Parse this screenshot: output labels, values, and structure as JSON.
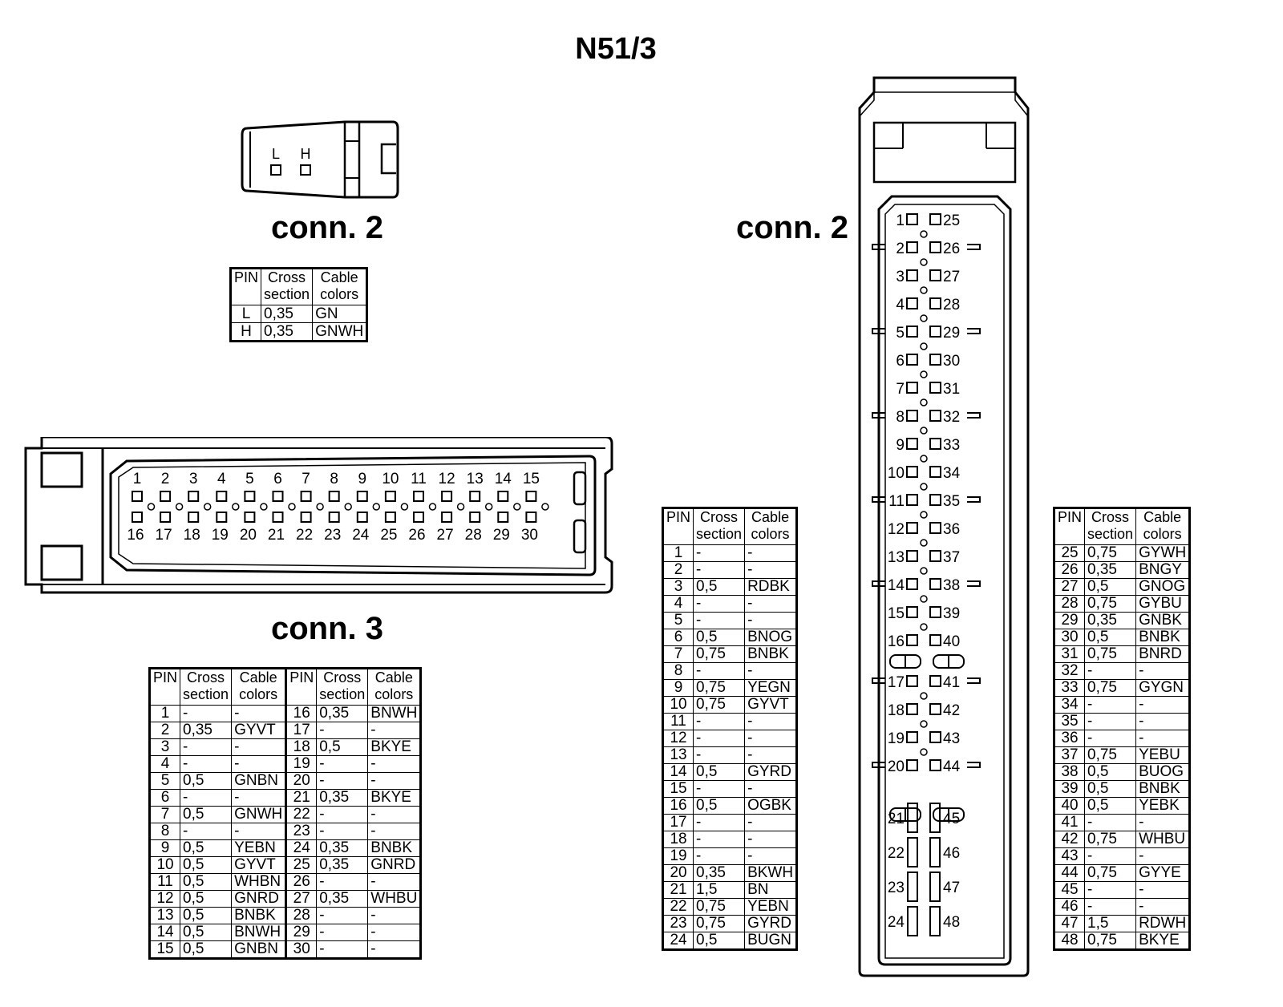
{
  "title": "N51/3",
  "labels": {
    "small_connector": "conn. 2",
    "big_connector": "conn. 2",
    "connector3": "conn. 3"
  },
  "headers": {
    "pin": "PIN",
    "cross": [
      "Cross",
      "section"
    ],
    "cable": [
      "Cable",
      "colors"
    ]
  },
  "small_connector": {
    "pin_labels": [
      "L",
      "H"
    ]
  },
  "small_table": [
    [
      "L",
      "0,35",
      "GN"
    ],
    [
      "H",
      "0,35",
      "GNWH"
    ]
  ],
  "conn3_pins": {
    "top": [
      "1",
      "2",
      "3",
      "4",
      "5",
      "6",
      "7",
      "8",
      "9",
      "10",
      "11",
      "12",
      "13",
      "14",
      "15"
    ],
    "bottom": [
      "16",
      "17",
      "18",
      "19",
      "20",
      "21",
      "22",
      "23",
      "24",
      "25",
      "26",
      "27",
      "28",
      "29",
      "30"
    ]
  },
  "conn3_table": [
    [
      "1",
      "-",
      "-",
      "16",
      "0,35",
      "BNWH"
    ],
    [
      "2",
      "0,35",
      "GYVT",
      "17",
      "-",
      "-"
    ],
    [
      "3",
      "-",
      "-",
      "18",
      "0,5",
      "BKYE"
    ],
    [
      "4",
      "-",
      "-",
      "19",
      "-",
      "-"
    ],
    [
      "5",
      "0,5",
      "GNBN",
      "20",
      "-",
      "-"
    ],
    [
      "6",
      "-",
      "-",
      "21",
      "0,35",
      "BKYE"
    ],
    [
      "7",
      "0,5",
      "GNWH",
      "22",
      "-",
      "-"
    ],
    [
      "8",
      "-",
      "-",
      "23",
      "-",
      "-"
    ],
    [
      "9",
      "0,5",
      "YEBN",
      "24",
      "0,35",
      "BNBK"
    ],
    [
      "10",
      "0,5",
      "GYVT",
      "25",
      "0,35",
      "GNRD"
    ],
    [
      "11",
      "0,5",
      "WHBN",
      "26",
      "-",
      "-"
    ],
    [
      "12",
      "0,5",
      "GNRD",
      "27",
      "0,35",
      "WHBU"
    ],
    [
      "13",
      "0,5",
      "BNBK",
      "28",
      "-",
      "-"
    ],
    [
      "14",
      "0,5",
      "BNWH",
      "29",
      "-",
      "-"
    ],
    [
      "15",
      "0,5",
      "GNBN",
      "30",
      "-",
      "-"
    ]
  ],
  "big_table_a": [
    [
      "1",
      "-",
      "-"
    ],
    [
      "2",
      "-",
      "-"
    ],
    [
      "3",
      "0,5",
      "RDBK"
    ],
    [
      "4",
      "-",
      "-"
    ],
    [
      "5",
      "-",
      "-"
    ],
    [
      "6",
      "0,5",
      "BNOG"
    ],
    [
      "7",
      "0,75",
      "BNBK"
    ],
    [
      "8",
      "-",
      "-"
    ],
    [
      "9",
      "0,75",
      "YEGN"
    ],
    [
      "10",
      "0,75",
      "GYVT"
    ],
    [
      "11",
      "-",
      "-"
    ],
    [
      "12",
      "-",
      "-"
    ],
    [
      "13",
      "-",
      "-"
    ],
    [
      "14",
      "0,5",
      "GYRD"
    ],
    [
      "15",
      "-",
      "-"
    ],
    [
      "16",
      "0,5",
      "OGBK"
    ],
    [
      "17",
      "-",
      "-"
    ],
    [
      "18",
      "-",
      "-"
    ],
    [
      "19",
      "-",
      "-"
    ],
    [
      "20",
      "0,35",
      "BKWH"
    ],
    [
      "21",
      "1,5",
      "BN"
    ],
    [
      "22",
      "0,75",
      "YEBN"
    ],
    [
      "23",
      "0,75",
      "GYRD"
    ],
    [
      "24",
      "0,5",
      "BUGN"
    ]
  ],
  "big_table_b": [
    [
      "25",
      "0,75",
      "GYWH"
    ],
    [
      "26",
      "0,35",
      "BNGY"
    ],
    [
      "27",
      "0,5",
      "GNOG"
    ],
    [
      "28",
      "0,75",
      "GYBU"
    ],
    [
      "29",
      "0,35",
      "GNBK"
    ],
    [
      "30",
      "0,5",
      "BNBK"
    ],
    [
      "31",
      "0,75",
      "BNRD"
    ],
    [
      "32",
      "-",
      "-"
    ],
    [
      "33",
      "0,75",
      "GYGN"
    ],
    [
      "34",
      "-",
      "-"
    ],
    [
      "35",
      "-",
      "-"
    ],
    [
      "36",
      "-",
      "-"
    ],
    [
      "37",
      "0,75",
      "YEBU"
    ],
    [
      "38",
      "0,5",
      "BUOG"
    ],
    [
      "39",
      "0,5",
      "BNBK"
    ],
    [
      "40",
      "0,5",
      "YEBK"
    ],
    [
      "41",
      "-",
      "-"
    ],
    [
      "42",
      "0,75",
      "WHBU"
    ],
    [
      "43",
      "-",
      "-"
    ],
    [
      "44",
      "0,75",
      "GYYE"
    ],
    [
      "45",
      "-",
      "-"
    ],
    [
      "46",
      "-",
      "-"
    ],
    [
      "47",
      "1,5",
      "RDWH"
    ],
    [
      "48",
      "0,75",
      "BKYE"
    ]
  ],
  "big_pins": {
    "left": [
      "1",
      "2",
      "3",
      "4",
      "5",
      "6",
      "7",
      "8",
      "9",
      "10",
      "11",
      "12",
      "13",
      "14",
      "15",
      "16",
      "17",
      "18",
      "19",
      "20",
      "21",
      "22",
      "23",
      "24"
    ],
    "right": [
      "25",
      "26",
      "27",
      "28",
      "29",
      "30",
      "31",
      "32",
      "33",
      "34",
      "35",
      "36",
      "37",
      "38",
      "39",
      "40",
      "41",
      "42",
      "43",
      "44",
      "45",
      "46",
      "47",
      "48"
    ]
  }
}
